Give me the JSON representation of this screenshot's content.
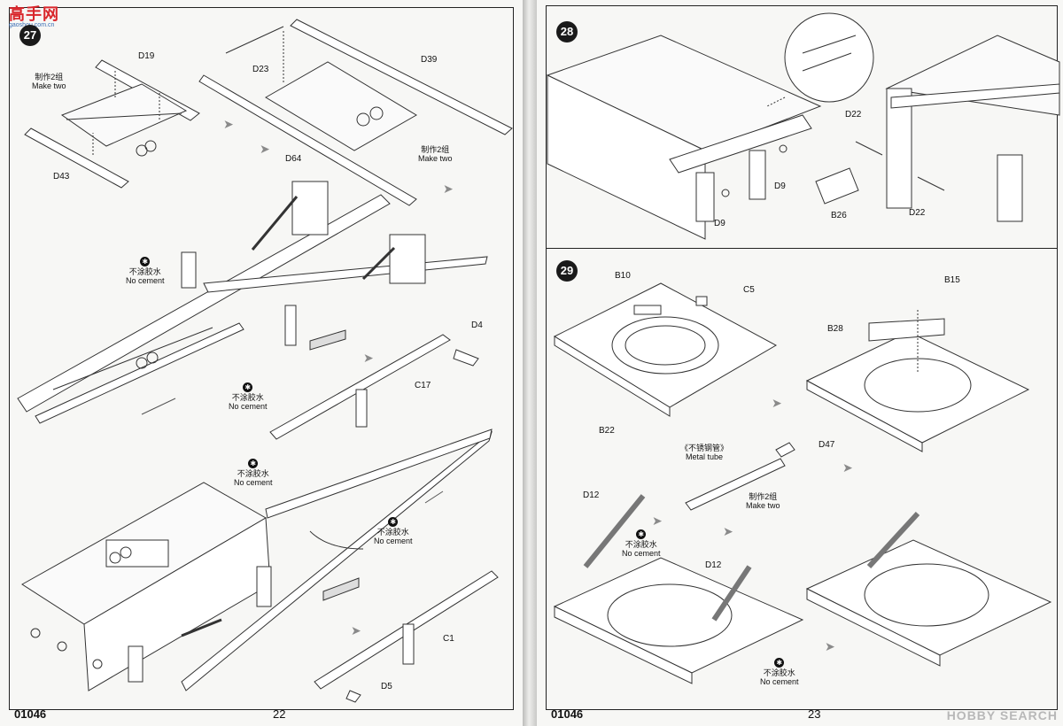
{
  "watermarks": {
    "site_logo": "高手网",
    "site_sub": "gaoshou.com.cn",
    "brand": "HOBBY SEARCH"
  },
  "page_left": {
    "step": "27",
    "labels": {
      "d19": "D19",
      "d23": "D23",
      "d39": "D39",
      "d43": "D43",
      "d64": "D64",
      "d4": "D4",
      "c17": "C17",
      "c1": "C1",
      "d5": "D5"
    },
    "make_two_1": {
      "cn": "制作2组",
      "en": "Make two"
    },
    "make_two_2": {
      "cn": "制作2组",
      "en": "Make two"
    },
    "no_cement_1": {
      "cn": "不涂胶水",
      "en": "No cement"
    },
    "no_cement_2": {
      "cn": "不涂胶水",
      "en": "No cement"
    },
    "no_cement_3": {
      "cn": "不涂胶水",
      "en": "No cement"
    },
    "no_cement_4": {
      "cn": "不涂胶水",
      "en": "No cement"
    },
    "footer": {
      "code": "01046",
      "page": "22"
    }
  },
  "page_right": {
    "step_28": "28",
    "step_29": "29",
    "labels_28": {
      "d22a": "D22",
      "d22b": "D22",
      "d9a": "D9",
      "d9b": "D9",
      "b26": "B26"
    },
    "labels_29": {
      "b10": "B10",
      "c5": "C5",
      "b15": "B15",
      "b28": "B28",
      "b22": "B22",
      "d47": "D47",
      "d12a": "D12",
      "d12b": "D12"
    },
    "metal_tube": {
      "cn": "《不锈钢管》",
      "en": "Metal tube"
    },
    "make_two": {
      "cn": "制作2组",
      "en": "Make two"
    },
    "no_cement_1": {
      "cn": "不涂胶水",
      "en": "No cement"
    },
    "no_cement_2": {
      "cn": "不涂胶水",
      "en": "No cement"
    },
    "footer": {
      "code": "01046",
      "page": "23"
    }
  }
}
